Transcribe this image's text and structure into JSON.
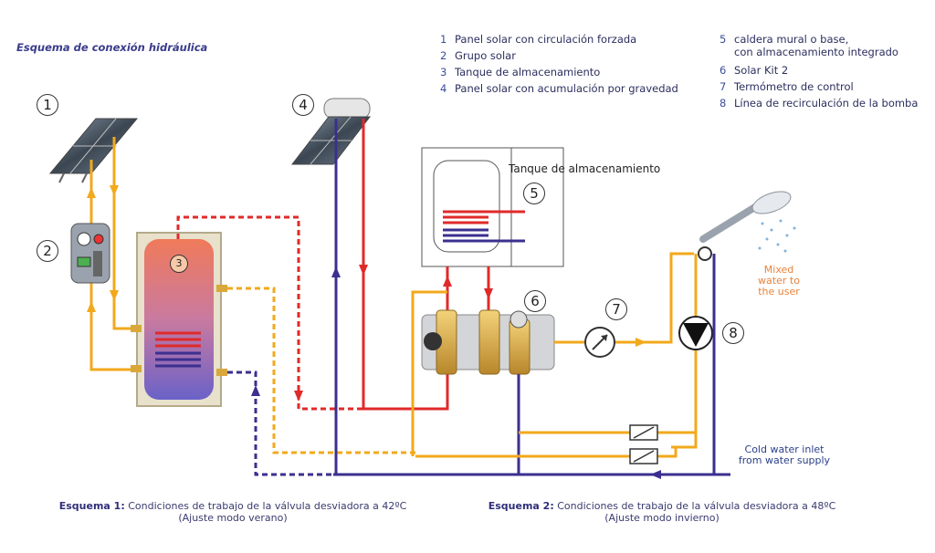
{
  "title": "Esquema de conexión hidráulica",
  "legend": [
    {
      "num": "1",
      "text": "Panel solar con circulación forzada"
    },
    {
      "num": "2",
      "text": "Grupo solar"
    },
    {
      "num": "3",
      "text": "Tanque de almacenamiento"
    },
    {
      "num": "4",
      "text": "Panel solar con acumulación por gravedad"
    },
    {
      "num": "5",
      "text": "caldera mural o base,"
    },
    {
      "num": "",
      "text": "con almacenamiento integrado"
    },
    {
      "num": "6",
      "text": "Solar Kit 2"
    },
    {
      "num": "7",
      "text": "Termómetro de control"
    },
    {
      "num": "8",
      "text": "Línea de recirculación de la bomba"
    }
  ],
  "callouts": [
    "1",
    "2",
    "3",
    "4",
    "5",
    "6",
    "7",
    "8"
  ],
  "boiler_label": "Tanque de almacenamiento",
  "mixed_water": [
    "Mixed",
    "water to",
    "the user"
  ],
  "cold_inlet": [
    "Cold water inlet",
    "from water supply"
  ],
  "captions": [
    {
      "bold": "Esquema 1:",
      "text": " Condiciones de trabajo de la válvula desviadora a 42ºC",
      "sub": "(Ajuste modo verano)"
    },
    {
      "bold": "Esquema 2:",
      "text": " Condiciones de trabajo de la válvula desviadora a 48ºC",
      "sub": "(Ajuste modo invierno)"
    }
  ],
  "colors": {
    "hot": "#e02a2a",
    "cold": "#3b2f8f",
    "mixed": "#f2a91c",
    "legend_text": "#2b2f5e",
    "caption": "#3a3b6e"
  }
}
